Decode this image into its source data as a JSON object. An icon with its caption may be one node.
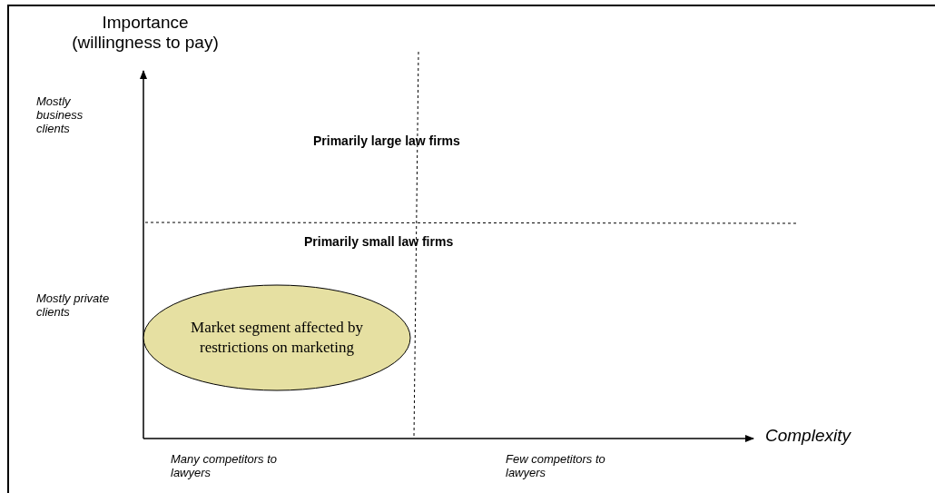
{
  "diagram": {
    "nodes": [
      {
        "text": [
          "Market segment affected by restrictions on marketing"
        ]
      }
    ],
    "labels": [
      "Importance (willingness to pay)",
      "Mostly business clients",
      "Primarily large law firms",
      "Primarily small law firms",
      "Mostly private clients",
      "Complexity",
      "Many competitors to lawyers",
      "Few competitors to lawyers"
    ]
  }
}
